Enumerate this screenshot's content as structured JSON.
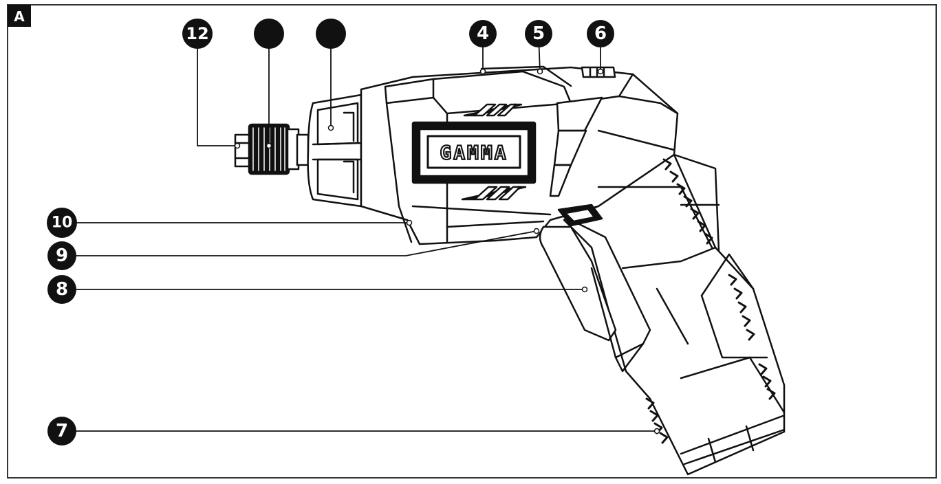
{
  "figure": {
    "panel_label": "A",
    "brand_logo_text": "GAMMA"
  },
  "callouts": [
    {
      "id": "c12",
      "label": "12"
    },
    {
      "id": "c2",
      "label": ""
    },
    {
      "id": "c3",
      "label": ""
    },
    {
      "id": "c4",
      "label": "4"
    },
    {
      "id": "c5",
      "label": "5"
    },
    {
      "id": "c6",
      "label": "6"
    },
    {
      "id": "c10",
      "label": "10"
    },
    {
      "id": "c9",
      "label": "9"
    },
    {
      "id": "c8",
      "label": "8"
    },
    {
      "id": "c7",
      "label": "7"
    }
  ],
  "colors": {
    "ink": "#111111",
    "paper": "#ffffff"
  }
}
